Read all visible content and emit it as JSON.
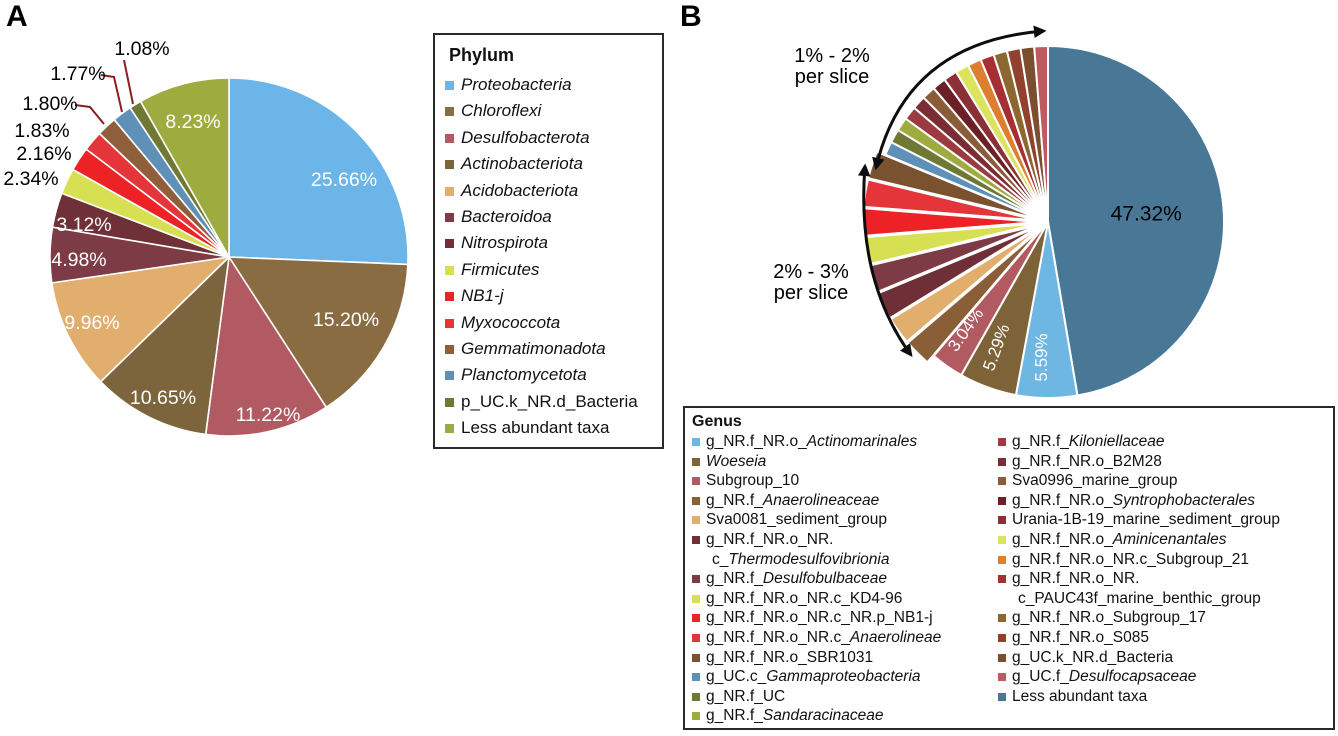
{
  "figure": {
    "panelA": {
      "panel_label": "A"
    },
    "panelB": {
      "panel_label": "B",
      "annotations": {
        "group_1_2": {
          "line1": "1% - 2%",
          "line2": "per slice"
        },
        "group_2_3": {
          "line1": "2% - 3%",
          "line2": "per slice"
        }
      }
    }
  },
  "chart_data": [
    {
      "type": "pie",
      "panel": "A",
      "title": "Phylum",
      "layout": {
        "start_angle_deg": 0,
        "direction": "clockwise",
        "legend_position": "right",
        "grid": false
      },
      "slices": [
        {
          "name": "Proteobacteria",
          "value": 25.66,
          "label": "25.66%",
          "color": "#6CB5E8"
        },
        {
          "name": "Chloroflexi",
          "value": 15.2,
          "label": "15.20%",
          "color": "#8A6C42"
        },
        {
          "name": "Desulfobacterota",
          "value": 11.22,
          "label": "11.22%",
          "color": "#B25A62"
        },
        {
          "name": "Actinobacteriota",
          "value": 10.65,
          "label": "10.65%",
          "color": "#7C653C"
        },
        {
          "name": "Acidobacteriota",
          "value": 9.96,
          "label": "9.96%",
          "color": "#E2AE6E"
        },
        {
          "name": "Bacteroidoa",
          "value": 4.98,
          "label": "4.98%",
          "color": "#7C3B45"
        },
        {
          "name": "Nitrospirota",
          "value": 3.12,
          "label": "3.12%",
          "color": "#6F3038"
        },
        {
          "name": "Firmicutes",
          "value": 2.34,
          "label": "2.34%",
          "color": "#D7DF52"
        },
        {
          "name": "NB1-j",
          "value": 2.16,
          "label": "2.16%",
          "color": "#EC2227"
        },
        {
          "name": "Myxococcota",
          "value": 1.83,
          "label": "1.83%",
          "color": "#E4353A"
        },
        {
          "name": "Gemmatimonadota",
          "value": 1.8,
          "label": "1.80%",
          "color": "#8F5F3B"
        },
        {
          "name": "Planctomycetota",
          "value": 1.77,
          "label": "1.77%",
          "color": "#5E90B8"
        },
        {
          "name": "p_UC.k_NR.d_Bacteria",
          "value": 1.08,
          "label": "1.08%",
          "color": "#6F7933"
        },
        {
          "name": "Less abundant taxa",
          "value": 8.23,
          "label": "8.23%",
          "color": "#9EAB3F"
        }
      ]
    },
    {
      "type": "pie",
      "panel": "B",
      "title": "Genus",
      "layout": {
        "start_angle_deg": 0,
        "direction": "clockwise",
        "legend_position": "bottom",
        "grid": false,
        "unlabeled_values_estimated": true,
        "annotations": [
          "1% - 2% per slice",
          "2% - 3% per slice"
        ]
      },
      "slices": [
        {
          "name": "Less abundant taxa",
          "value": 47.32,
          "label": "47.32%",
          "color": "#497896"
        },
        {
          "name": "g_NR.f_NR.o_Actinomarinales",
          "value": 5.59,
          "label": "5.59%",
          "color": "#6FB7E3"
        },
        {
          "name": "Woeseia",
          "value": 5.29,
          "label": "5.29%",
          "color": "#7E6339"
        },
        {
          "name": "Subgroup_10",
          "value": 3.04,
          "label": "3.04%",
          "color": "#B25A62"
        },
        {
          "name": "g_NR.f_Anaerolineaceae",
          "value": 2.5,
          "estimated": true,
          "exploded": true,
          "label": "",
          "color": "#8A5E36"
        },
        {
          "name": "Sva0081_sediment_group",
          "value": 2.5,
          "estimated": true,
          "exploded": true,
          "label": "",
          "color": "#E2AE6E"
        },
        {
          "name": "g_NR.f_NR.o_NR.c_Thermodesulfovibrionia",
          "value": 2.5,
          "estimated": true,
          "exploded": true,
          "label": "",
          "color": "#6F2F36"
        },
        {
          "name": "g_NR.f_Desulfobulbaceae",
          "value": 2.5,
          "estimated": true,
          "exploded": true,
          "label": "",
          "color": "#7C3B45"
        },
        {
          "name": "g_NR.f_NR.o_NR.c_KD4-96",
          "value": 2.5,
          "estimated": true,
          "exploded": true,
          "label": "",
          "color": "#D7DF52"
        },
        {
          "name": "g_NR.f_NR.o_NR.c_NR.p_NB1-j",
          "value": 2.5,
          "estimated": true,
          "exploded": true,
          "label": "",
          "color": "#EC2227"
        },
        {
          "name": "g_NR.f_NR.o_NR.c_Anaerolineae",
          "value": 2.5,
          "estimated": true,
          "exploded": true,
          "label": "",
          "color": "#E4353A"
        },
        {
          "name": "g_NR.f_NR.o_SBR1031",
          "value": 2.5,
          "estimated": true,
          "exploded": true,
          "label": "",
          "color": "#7A5230"
        },
        {
          "name": "g_UC.c_Gammaproteobacteria",
          "value": 1.25,
          "estimated": true,
          "label": "",
          "color": "#5E90B8"
        },
        {
          "name": "g_NR.f_UC",
          "value": 1.25,
          "estimated": true,
          "label": "",
          "color": "#6F7933"
        },
        {
          "name": "g_NR.f_Sandaracinaceae",
          "value": 1.25,
          "estimated": true,
          "label": "",
          "color": "#9EAB3F"
        },
        {
          "name": "g_NR.f_Kiloniellaceae",
          "value": 1.25,
          "estimated": true,
          "label": "",
          "color": "#9B3B40"
        },
        {
          "name": "g_NR.f_NR.o_B2M28",
          "value": 1.25,
          "estimated": true,
          "label": "",
          "color": "#7A2E33"
        },
        {
          "name": "Sva0996_marine_group",
          "value": 1.25,
          "estimated": true,
          "label": "",
          "color": "#8A5C38"
        },
        {
          "name": "g_NR.f_NR.o_Syntrophobacterales",
          "value": 1.25,
          "estimated": true,
          "label": "",
          "color": "#6B2026"
        },
        {
          "name": "Urania-1B-19_marine_sediment_group",
          "value": 1.25,
          "estimated": true,
          "label": "",
          "color": "#8B3036"
        },
        {
          "name": "g_NR.f_NR.o_Aminicenantales",
          "value": 1.25,
          "estimated": true,
          "label": "",
          "color": "#DCE35F"
        },
        {
          "name": "g_NR.f_NR.o_NR.c_Subgroup_21",
          "value": 1.25,
          "estimated": true,
          "label": "",
          "color": "#DD7E30"
        },
        {
          "name": "g_NR.f_NR.o_NR.c_PAUC43f_marine_benthic_group",
          "value": 1.25,
          "estimated": true,
          "label": "",
          "color": "#A52F33"
        },
        {
          "name": "g_NR.f_NR.o_Subgroup_17",
          "value": 1.25,
          "estimated": true,
          "label": "",
          "color": "#8A682F"
        },
        {
          "name": "g_NR.f_NR.o_S085",
          "value": 1.25,
          "estimated": true,
          "label": "",
          "color": "#93412F"
        },
        {
          "name": "g_UC.k_NR.d_Bacteria",
          "value": 1.25,
          "estimated": true,
          "label": "",
          "color": "#7A4E2E"
        },
        {
          "name": "g_UC.f_Desulfocapsaceae",
          "value": 1.25,
          "estimated": true,
          "label": "",
          "color": "#C05A60"
        }
      ]
    }
  ],
  "legendA": {
    "title": "Phylum",
    "items": [
      {
        "text": "*Proteobacteria*",
        "color": "#6CB5E8"
      },
      {
        "text": "*Chloroflexi*",
        "color": "#8A6C42"
      },
      {
        "text": "*Desulfobacterota*",
        "color": "#B25A62"
      },
      {
        "text": "*Actinobacteriota*",
        "color": "#7C653C"
      },
      {
        "text": "*Acidobacteriota*",
        "color": "#E2AE6E"
      },
      {
        "text": "*Bacteroidoa*",
        "color": "#7C3B45"
      },
      {
        "text": "*Nitrospirota*",
        "color": "#6F3038"
      },
      {
        "text": "*Firmicutes*",
        "color": "#D7DF52"
      },
      {
        "text": "*NB1-j*",
        "color": "#EC2227"
      },
      {
        "text": "*Myxococcota*",
        "color": "#E4353A"
      },
      {
        "text": "*Gemmatimonadota*",
        "color": "#8F5F3B"
      },
      {
        "text": "*Planctomycetota*",
        "color": "#5E90B8"
      },
      {
        "text": "p_UC.k_NR.d_Bacteria",
        "color": "#6F7933"
      },
      {
        "text": "Less abundant taxa",
        "color": "#9EAB3F"
      }
    ]
  },
  "legendB": {
    "title": "Genus",
    "col1": [
      {
        "text": "g_NR.f_NR.o_*Actinomarinales*",
        "color": "#6FB7E3"
      },
      {
        "text": "*Woeseia*",
        "color": "#7E6339"
      },
      {
        "text": "Subgroup_10",
        "color": "#B25A62"
      },
      {
        "text": "g_NR.f_*Anaerolineaceae*",
        "color": "#8A5E36"
      },
      {
        "text": "Sva0081_sediment_group",
        "color": "#E2AE6E"
      },
      {
        "text": "g_NR.f_NR.o_NR.\nc_*Thermodesulfovibrionia*",
        "color": "#6F2F36"
      },
      {
        "text": "g_NR.f_*Desulfobulbaceae*",
        "color": "#7C3B45"
      },
      {
        "text": "g_NR.f_NR.o_NR.c_KD4-96",
        "color": "#D7DF52"
      },
      {
        "text": "g_NR.f_NR.o_NR.c_NR.p_NB1-j",
        "color": "#EC2227"
      },
      {
        "text": "g_NR.f_NR.o_NR.c_*Anaerolineae*",
        "color": "#E4353A"
      },
      {
        "text": "g_NR.f_NR.o_SBR1031",
        "color": "#7A5230"
      },
      {
        "text": "g_UC.c_*Gammaproteobacteria*",
        "color": "#5E90B8"
      },
      {
        "text": "g_NR.f_UC",
        "color": "#6F7933"
      },
      {
        "text": "g_NR.f_*Sandaracinaceae*",
        "color": "#9EAB3F"
      }
    ],
    "col2": [
      {
        "text": "g_NR.f_*Kiloniellaceae*",
        "color": "#9B3B40"
      },
      {
        "text": "g_NR.f_NR.o_B2M28",
        "color": "#7A2E33"
      },
      {
        "text": "Sva0996_marine_group",
        "color": "#8A5C38"
      },
      {
        "text": "g_NR.f_NR.o_*Syntrophobacterales*",
        "color": "#6B2026"
      },
      {
        "text": "Urania-1B-19_marine_sediment_group",
        "color": "#8B3036"
      },
      {
        "text": "g_NR.f_NR.o_*Aminicenantales*",
        "color": "#DCE35F"
      },
      {
        "text": "g_NR.f_NR.o_NR.c_Subgroup_21",
        "color": "#DD7E30"
      },
      {
        "text": "g_NR.f_NR.o_NR.\nc_PAUC43f_marine_benthic_group",
        "color": "#A52F33"
      },
      {
        "text": "g_NR.f_NR.o_Subgroup_17",
        "color": "#8A682F"
      },
      {
        "text": "g_NR.f_NR.o_S085",
        "color": "#93412F"
      },
      {
        "text": "g_UC.k_NR.d_Bacteria",
        "color": "#7A4E2E"
      },
      {
        "text": "g_UC.f_*Desulfocapsaceae*",
        "color": "#C05A60"
      },
      {
        "text": "Less abundant taxa",
        "color": "#497896"
      }
    ]
  }
}
